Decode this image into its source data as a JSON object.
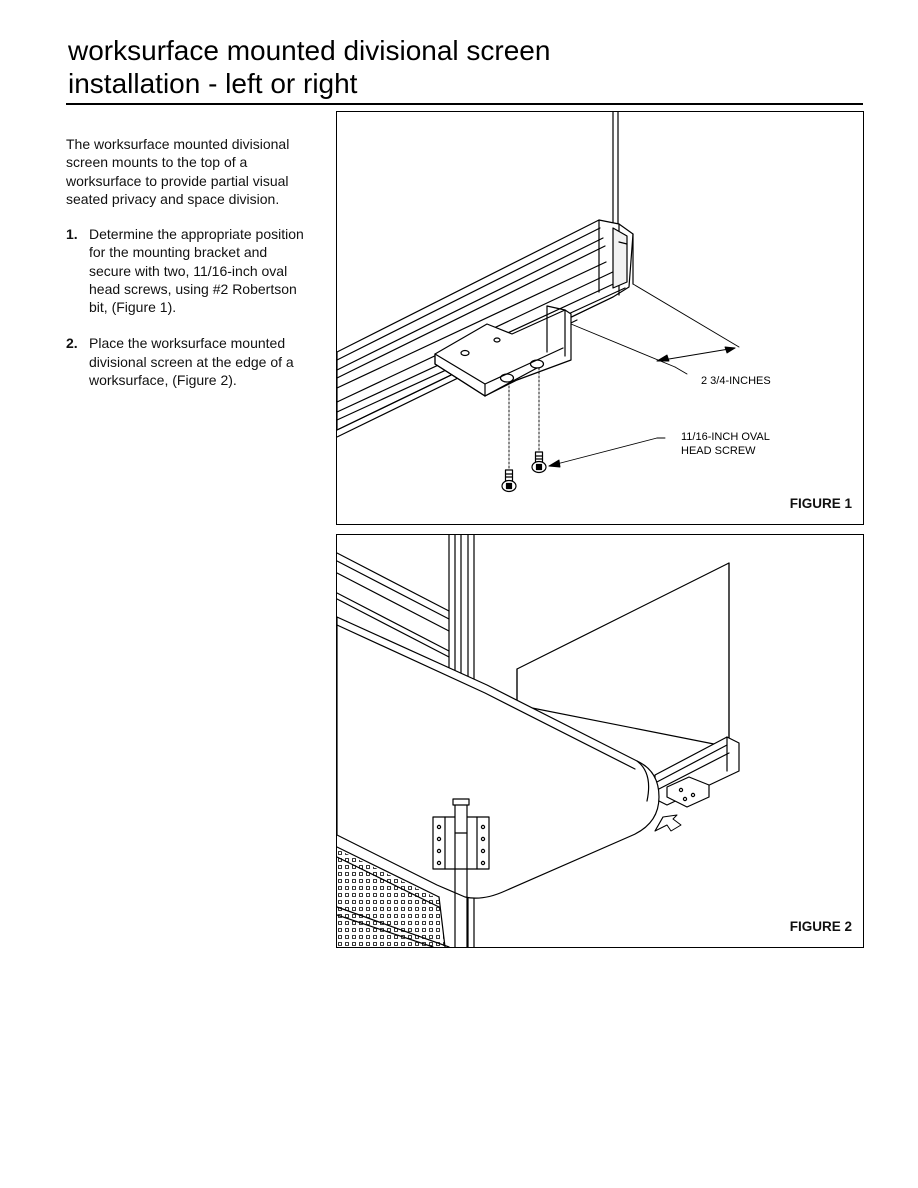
{
  "page": {
    "title_line1": "worksurface mounted divisional screen",
    "title_line2": "installation - left or right"
  },
  "intro": "The worksurface mounted divisional screen mounts to the top of a worksurface to provide partial visual seated privacy and space division.",
  "steps": [
    {
      "number": "1.",
      "text": "Determine the appropriate position for the mounting bracket and secure with two, 11/16-inch oval head screws, using #2 Robertson bit, (Figure 1)."
    },
    {
      "number": "2.",
      "text": "Place the worksurface mounted divisional screen at the edge of a worksurface, (Figure 2)."
    }
  ],
  "figure1": {
    "label": "FIGURE 1",
    "dimension_callout": "2 3/4-INCHES",
    "screw_callout_line1": "11/16-INCH OVAL",
    "screw_callout_line2": "HEAD SCREW"
  },
  "figure2": {
    "label": "FIGURE 2"
  }
}
